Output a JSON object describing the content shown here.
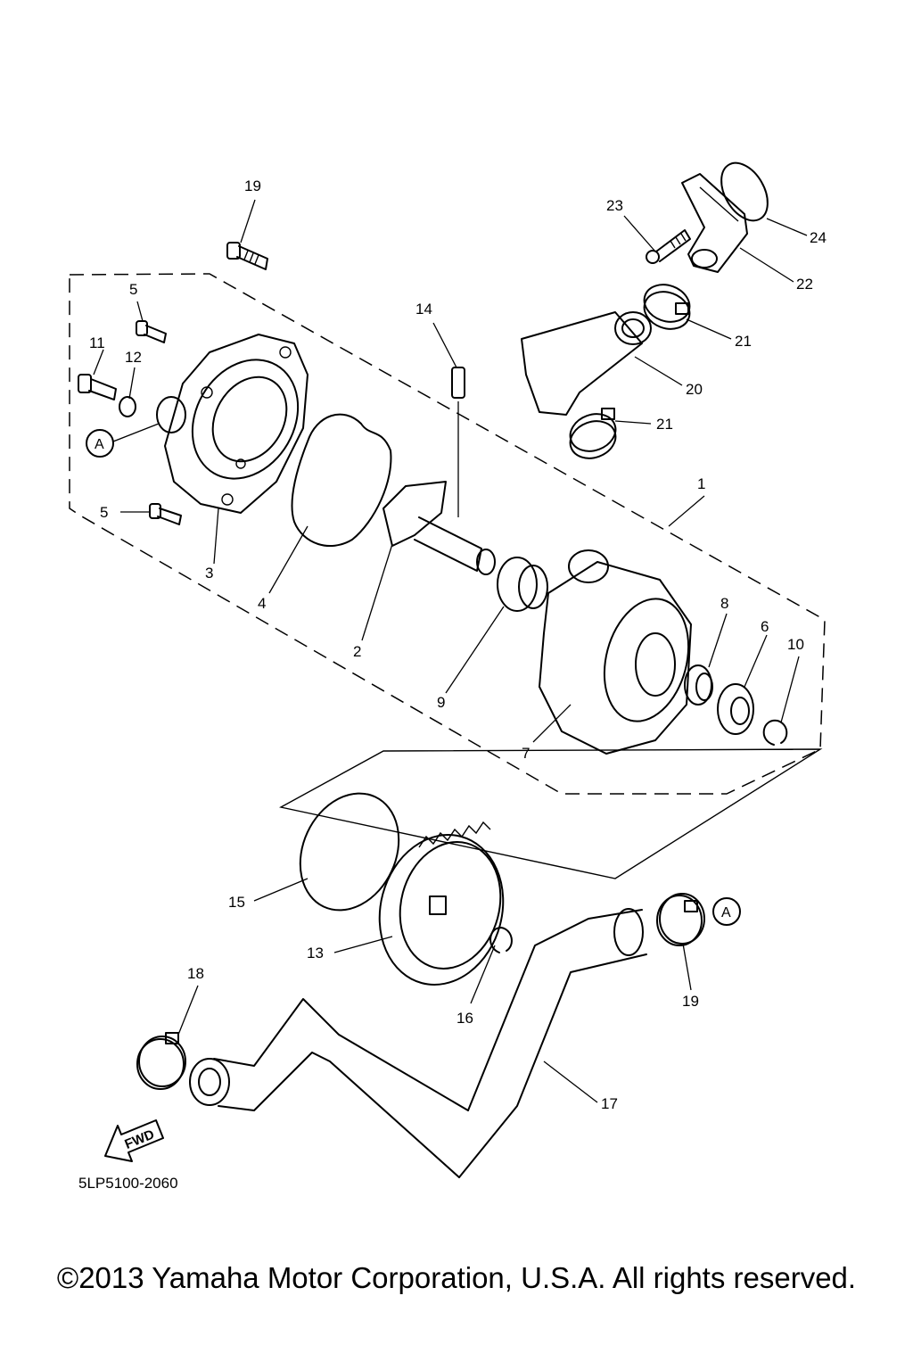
{
  "diagram": {
    "drawing_code": "5LP5100-2060",
    "fwd_label": "FWD",
    "ref_marker": "A",
    "callouts": [
      {
        "id": "c1",
        "text": "1"
      },
      {
        "id": "c2",
        "text": "2"
      },
      {
        "id": "c3",
        "text": "3"
      },
      {
        "id": "c4",
        "text": "4"
      },
      {
        "id": "c5a",
        "text": "5"
      },
      {
        "id": "c5b",
        "text": "5"
      },
      {
        "id": "c6",
        "text": "6"
      },
      {
        "id": "c7",
        "text": "7"
      },
      {
        "id": "c8",
        "text": "8"
      },
      {
        "id": "c9",
        "text": "9"
      },
      {
        "id": "c10",
        "text": "10"
      },
      {
        "id": "c11",
        "text": "11"
      },
      {
        "id": "c12",
        "text": "12"
      },
      {
        "id": "c13",
        "text": "13"
      },
      {
        "id": "c14",
        "text": "14"
      },
      {
        "id": "c15",
        "text": "15"
      },
      {
        "id": "c16",
        "text": "16"
      },
      {
        "id": "c17",
        "text": "17"
      },
      {
        "id": "c18",
        "text": "18"
      },
      {
        "id": "c19a",
        "text": "19"
      },
      {
        "id": "c19b",
        "text": "19"
      },
      {
        "id": "c20",
        "text": "20"
      },
      {
        "id": "c21a",
        "text": "21"
      },
      {
        "id": "c21b",
        "text": "21"
      },
      {
        "id": "c22",
        "text": "22"
      },
      {
        "id": "c23",
        "text": "23"
      },
      {
        "id": "c24",
        "text": "24"
      }
    ]
  },
  "footer": {
    "copyright": "©2013 Yamaha Motor Corporation, U.S.A. All rights reserved."
  }
}
